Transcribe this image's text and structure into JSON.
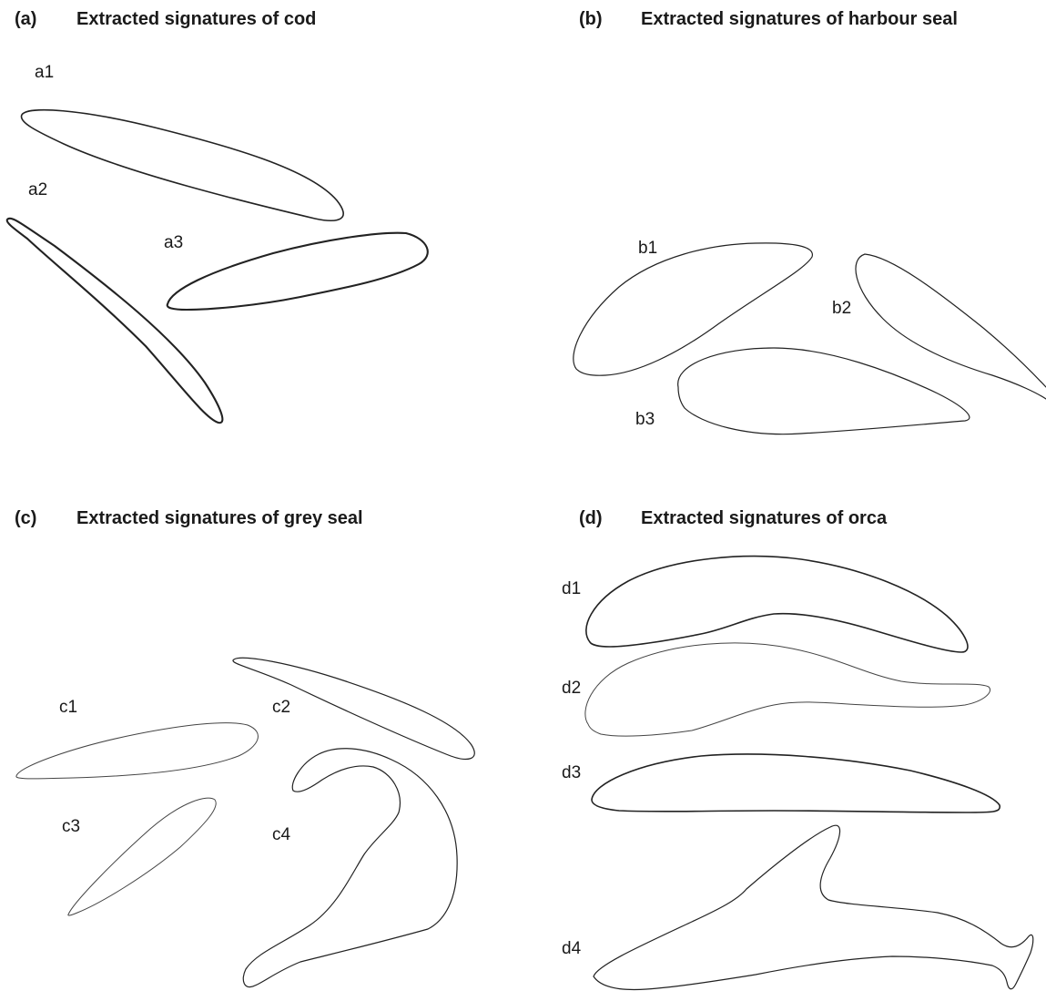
{
  "panels": {
    "a": {
      "letter": "(a)",
      "title": "Extracted signatures of cod",
      "labels": [
        "a1",
        "a2",
        "a3"
      ]
    },
    "b": {
      "letter": "(b)",
      "title": "Extracted signatures of harbour seal",
      "labels": [
        "b1",
        "b2",
        "b3"
      ]
    },
    "c": {
      "letter": "(c)",
      "title": "Extracted signatures of grey seal",
      "labels": [
        "c1",
        "c2",
        "c3",
        "c4"
      ]
    },
    "d": {
      "letter": "(d)",
      "title": "Extracted signatures of orca",
      "labels": [
        "d1",
        "d2",
        "d3",
        "d4"
      ]
    }
  },
  "colors": {
    "stroke": "#222222",
    "text": "#1a1a1a",
    "background": "#ffffff"
  }
}
